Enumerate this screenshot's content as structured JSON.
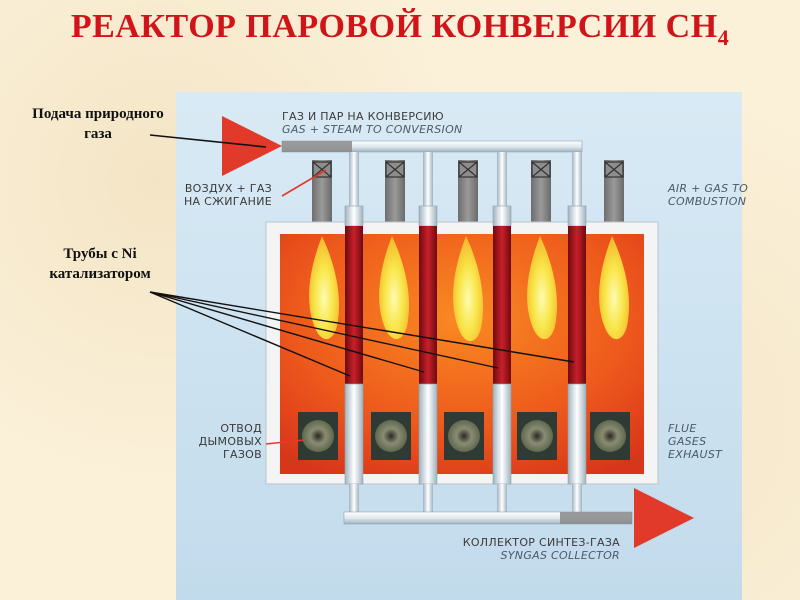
{
  "title": {
    "main": "РЕАКТОР ПАРОВОЙ КОНВЕРСИИ СН",
    "subscript": "4"
  },
  "labels": {
    "gas_feed_line1": "Подача природного",
    "gas_feed_line2": "газа",
    "tubes_line1": "Трубы с Ni",
    "tubes_line2": "катализатором"
  },
  "diagram": {
    "gas_steam_ru": "ГАЗ И ПАР НА КОНВЕРСИЮ",
    "gas_steam_en": "GAS + STEAM TO CONVERSION",
    "air_gas_ru_1": "ВОЗДУХ + ГАЗ",
    "air_gas_ru_2": "НА СЖИГАНИЕ",
    "air_gas_en_1": "AIR + GAS TO",
    "air_gas_en_2": "COMBUSTION",
    "flue_ru_1": "ОТВОД",
    "flue_ru_2": "ДЫМОВЫХ",
    "flue_ru_3": "ГАЗОВ",
    "flue_en_1": "FLUE",
    "flue_en_2": "GASES",
    "flue_en_3": "EXHAUST",
    "collector_ru": "КОЛЛЕКТОР СИНТЕЗ-ГАЗА",
    "collector_en": "SYNGAS COLLECTOR"
  },
  "colors": {
    "title": "#d0141a",
    "arrow": "#e23a2a",
    "furnace": "#e8431c",
    "flame": "#f7e24a",
    "tube": "#a8101a",
    "panel": "#cfe3f0"
  }
}
